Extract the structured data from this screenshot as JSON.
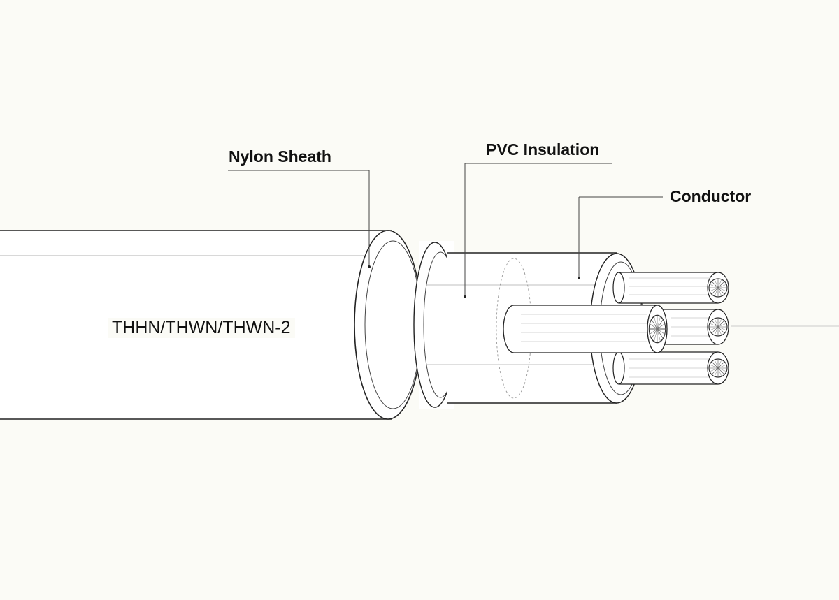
{
  "diagram": {
    "callouts": {
      "nylon_sheath": "Nylon Sheath",
      "pvc_insulation": "PVC Insulation",
      "conductor": "Conductor"
    },
    "designation": "THHN/THWN/THWN-2"
  },
  "colors": {
    "background": "#fbfbf6",
    "line": "#222222",
    "surface": "#ffffff"
  }
}
